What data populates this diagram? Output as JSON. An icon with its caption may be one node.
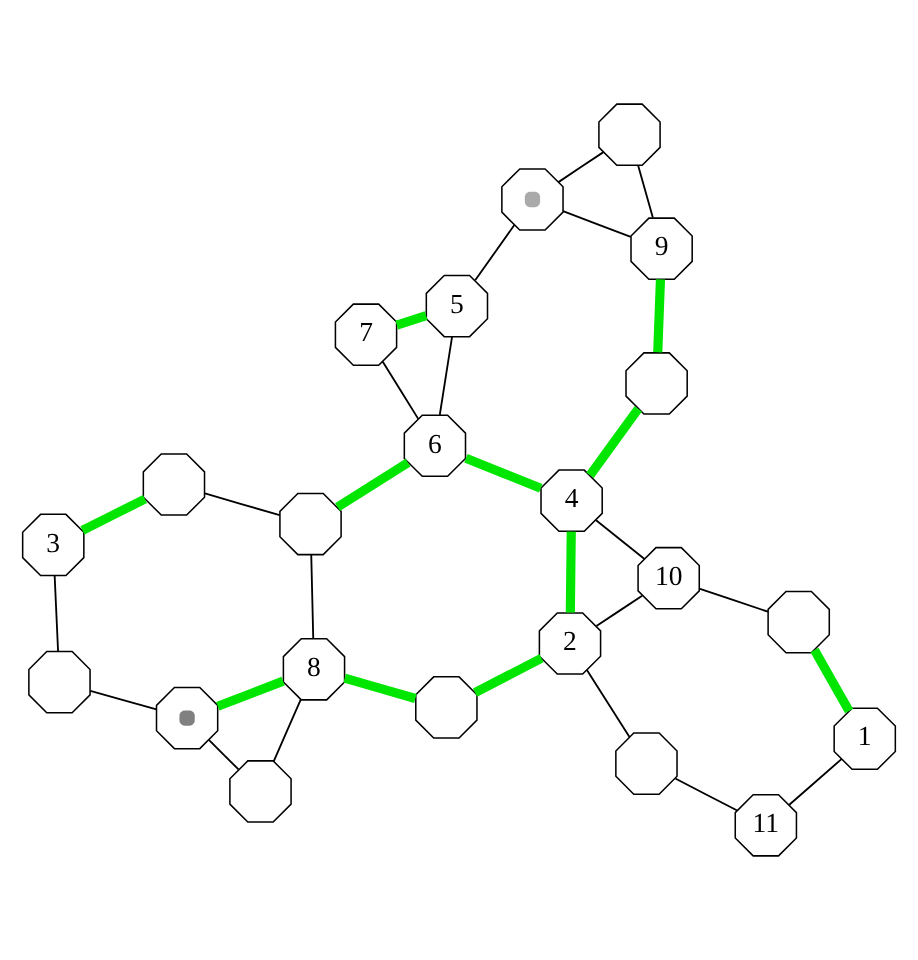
{
  "diagram": {
    "nodes": [
      {
        "text": [],
        "shape": "octagon"
      },
      {
        "text": [
          "3"
        ]
      },
      {
        "text": [],
        "shape": "octagon"
      },
      {
        "text": [],
        "shape": "octagon"
      },
      {
        "text": [],
        "shape": "octagon"
      },
      {
        "text": [
          "8"
        ]
      },
      {
        "text": [],
        "shape": "octagon"
      },
      {
        "text": [
          "7"
        ]
      },
      {
        "text": [],
        "shape": "octagon"
      },
      {
        "text": [
          "6"
        ]
      },
      {
        "text": [
          "5"
        ]
      },
      {
        "text": [],
        "shape": "octagon"
      },
      {
        "text": [
          "2"
        ]
      },
      {
        "text": [
          "4"
        ]
      },
      {
        "text": [],
        "shape": "octagon"
      },
      {
        "text": [
          "11"
        ]
      },
      {
        "text": [
          "10"
        ]
      },
      {
        "text": [],
        "shape": "octagon"
      },
      {
        "text": [
          "9"
        ]
      },
      {
        "text": [],
        "shape": "octagon"
      },
      {
        "text": [
          "1"
        ]
      },
      {
        "text": [],
        "shape": "octagon"
      }
    ],
    "edges": [
      {
        "from": 0,
        "to": 1,
        "arrow": "none"
      },
      {
        "from": 1,
        "to": 3,
        "arrow": "none",
        "style": "thick",
        "color": "#00e600"
      },
      {
        "from": 0,
        "to": 2,
        "arrow": "none"
      },
      {
        "from": 3,
        "to": 6,
        "arrow": "none"
      },
      {
        "from": 2,
        "to": 5,
        "arrow": "none",
        "style": "thick",
        "color": "#00e600"
      },
      {
        "from": 2,
        "to": 4,
        "arrow": "none"
      },
      {
        "from": 4,
        "to": 5,
        "arrow": "none"
      },
      {
        "from": 5,
        "to": 6,
        "arrow": "none"
      },
      {
        "from": 5,
        "to": 8,
        "arrow": "none",
        "style": "thick",
        "color": "#00e600"
      },
      {
        "from": 6,
        "to": 9,
        "arrow": "none",
        "style": "thick",
        "color": "#00e600"
      },
      {
        "from": 9,
        "to": 7,
        "arrow": "none"
      },
      {
        "from": 7,
        "to": 10,
        "arrow": "none",
        "style": "thick",
        "color": "#00e600"
      },
      {
        "from": 9,
        "to": 10,
        "arrow": "none"
      },
      {
        "from": 8,
        "to": 12,
        "arrow": "none",
        "style": "thick",
        "color": "#00e600"
      },
      {
        "from": 9,
        "to": 13,
        "arrow": "none",
        "style": "thick",
        "color": "#00e600"
      },
      {
        "from": 11,
        "to": 12,
        "arrow": "none"
      },
      {
        "from": 12,
        "to": 13,
        "arrow": "none",
        "style": "thick",
        "color": "#00e600"
      },
      {
        "from": 12,
        "to": 16,
        "arrow": "none"
      },
      {
        "from": 13,
        "to": 16,
        "arrow": "none"
      },
      {
        "from": 13,
        "to": 17,
        "arrow": "none",
        "style": "thick",
        "color": "#00e600"
      },
      {
        "from": 17,
        "to": 18,
        "arrow": "none",
        "style": "thick",
        "color": "#00e600"
      },
      {
        "from": 10,
        "to": 14,
        "arrow": "none"
      },
      {
        "from": 14,
        "to": 18,
        "arrow": "none"
      },
      {
        "from": 14,
        "to": 19,
        "arrow": "none"
      },
      {
        "from": 18,
        "to": 19,
        "arrow": "none"
      },
      {
        "from": 11,
        "to": 15,
        "arrow": "none"
      },
      {
        "from": 15,
        "to": 20,
        "arrow": "none"
      },
      {
        "from": 20,
        "to": 21,
        "arrow": "none",
        "style": "thick",
        "color": "#00e600"
      },
      {
        "from": 21,
        "to": 16,
        "arrow": "none"
      }
    ]
  }
}
